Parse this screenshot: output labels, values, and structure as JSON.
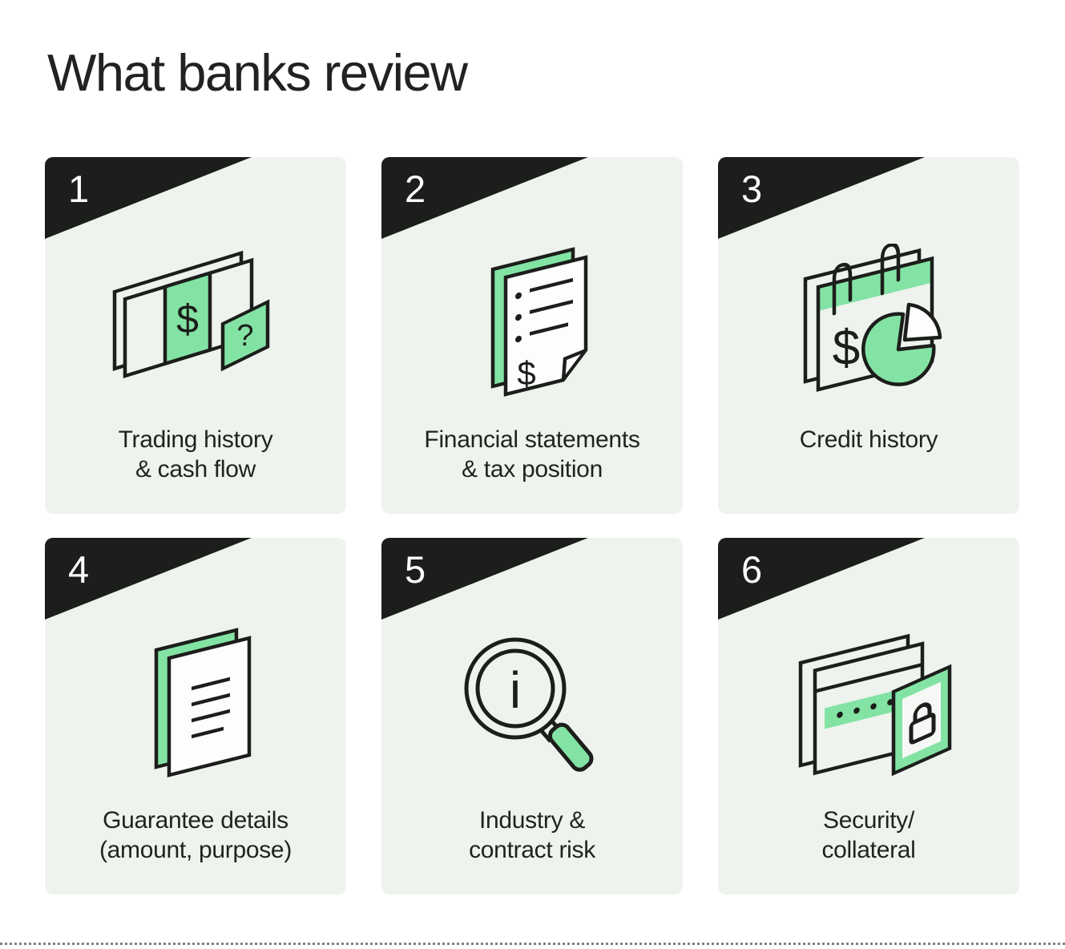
{
  "page": {
    "title": "What banks review"
  },
  "colors": {
    "accent_green": "#83e3a4",
    "card_background": "#eff3ee",
    "ink": "#1c1e1b",
    "number_color": "#ffffff",
    "divider_dot_color": "#7b857b"
  },
  "cards": [
    {
      "number": "1",
      "icon": "banknotes-icon",
      "icon_glyphs": {
        "currency": "$",
        "question": "?"
      },
      "label_lines": [
        "Trading history",
        "& cash flow"
      ]
    },
    {
      "number": "2",
      "icon": "financial-statements-icon",
      "icon_glyphs": {
        "currency": "$"
      },
      "label_lines": [
        "Financial statements",
        "& tax position"
      ]
    },
    {
      "number": "3",
      "icon": "calendar-pie-icon",
      "icon_glyphs": {
        "currency": "$"
      },
      "label_lines": [
        "Credit history"
      ]
    },
    {
      "number": "4",
      "icon": "document-icon",
      "label_lines": [
        "Guarantee details",
        "(amount, purpose)"
      ]
    },
    {
      "number": "5",
      "icon": "magnifier-info-icon",
      "icon_glyphs": {
        "info": "i"
      },
      "label_lines": [
        "Industry &",
        "contract risk"
      ]
    },
    {
      "number": "6",
      "icon": "secure-window-lock-icon",
      "label_lines": [
        "Security/",
        "collateral"
      ]
    }
  ],
  "footer": {
    "divider_style": "dotted"
  }
}
